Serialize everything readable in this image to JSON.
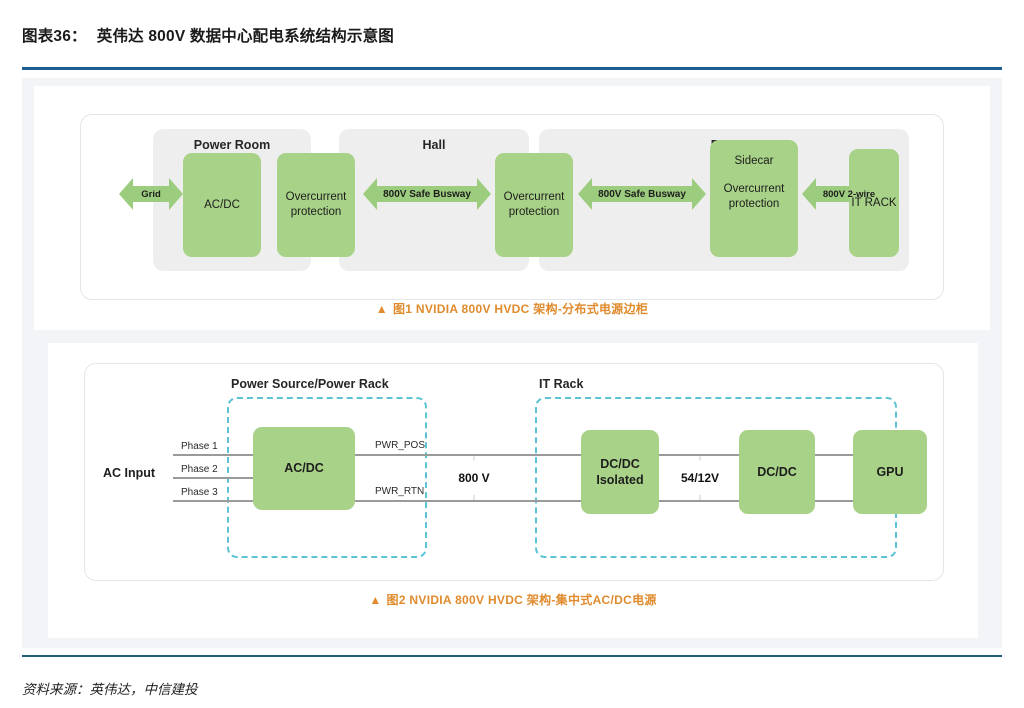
{
  "header": {
    "figure_number": "图表36：",
    "title": "英伟达 800V 数据中心配电系统结构示意图"
  },
  "source": {
    "text": "资料来源：英伟达，中信建投"
  },
  "colors": {
    "rule_top": "#1f5c90",
    "rule_bottom": "#1d5c74",
    "green_box": "#a8d287",
    "green_arrow": "#9ccd7e",
    "group_panel": "#eeeeee",
    "dashed_border": "#5cc3d6",
    "caption": "#e08b2d",
    "wire": "#9a9a9a",
    "artboard_bg": "#f2f4f7"
  },
  "diagram1": {
    "caption": {
      "marker": "▲",
      "text": "图1  NVIDIA 800V HVDC 架构-分布式电源边柜"
    },
    "groups": [
      {
        "label": "Power Room"
      },
      {
        "label": "Hall"
      },
      {
        "label": "Row"
      }
    ],
    "arrows": [
      {
        "label": "Grid"
      },
      {
        "label": "800V Safe Busway"
      },
      {
        "label": "800V Safe Busway"
      },
      {
        "label": "800V 2-wire"
      }
    ],
    "boxes": [
      {
        "title": "",
        "label": "AC/DC"
      },
      {
        "title": "",
        "label": "Overcurrent\nprotection",
        "line1": "Overcurrent",
        "line2": "protection"
      },
      {
        "title": "",
        "label": "Overcurrent\nprotection",
        "line1": "Overcurrent",
        "line2": "protection"
      },
      {
        "title": "Sidecar",
        "line1": "Overcurrent",
        "line2": "protection"
      },
      {
        "title": "",
        "label": "IT RACK"
      }
    ]
  },
  "diagram2": {
    "caption": {
      "marker": "▲",
      "text": "图2  NVIDIA 800V HVDC 架构-集中式AC/DC电源"
    },
    "ac_input_label": "AC Input",
    "phases": [
      "Phase 1",
      "Phase 2",
      "Phase 3"
    ],
    "dash_groups": [
      {
        "label": "Power Source/Power Rack"
      },
      {
        "label": "IT Rack"
      }
    ],
    "wire_labels": [
      "PWR_POS",
      "PWR_RTN"
    ],
    "measurements": [
      {
        "value": "800 V",
        "up": "↑",
        "down": "↓"
      },
      {
        "value": "54/12V",
        "up": "↑",
        "down": "↓"
      }
    ],
    "boxes": [
      {
        "label": "AC/DC"
      },
      {
        "line1": "DC/DC",
        "line2": "Isolated"
      },
      {
        "label": "DC/DC"
      },
      {
        "label": "GPU"
      }
    ]
  }
}
